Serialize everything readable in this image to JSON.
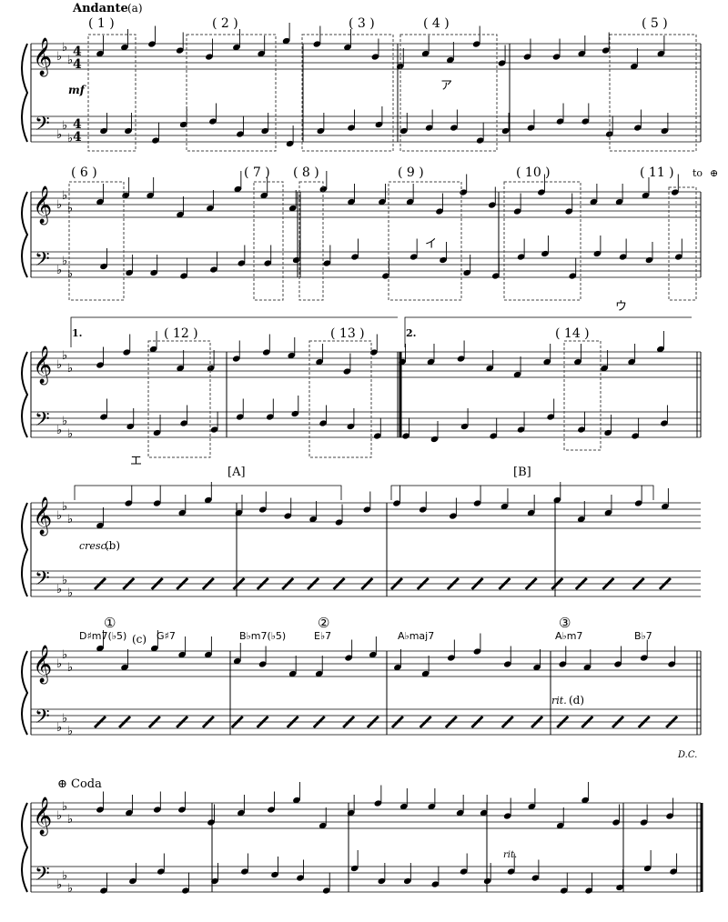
{
  "tempo": "Andante",
  "markers": {
    "a": "(a)",
    "b": "(b)",
    "c": "(c)",
    "d": "(d)"
  },
  "time_signature": {
    "top": "4",
    "bottom": "4"
  },
  "dynamics": {
    "mf": "mf",
    "cresc": "cresc.",
    "rit": "rit.",
    "dc": "D.C."
  },
  "box_labels": [
    "( 1 )",
    "( 2 )",
    "( 3 )",
    "( 4 )",
    "( 5 )",
    "( 6 )",
    "( 7 )",
    "( 8 )",
    "( 9 )",
    "( 10 )",
    "( 11 )",
    "( 12 )",
    "( 13 )",
    "( 14 )"
  ],
  "kana": [
    "ア",
    "イ",
    "ウ",
    "エ"
  ],
  "endings": {
    "first": "1.",
    "second": "2."
  },
  "to_coda": "to",
  "coda_title": "Coda",
  "sections": {
    "A": "[A]",
    "B": "[B]"
  },
  "circled": [
    "①",
    "②",
    "③"
  ],
  "chords": [
    "D♯m7(♭5)",
    "G♯7",
    "B♭m7(♭5)",
    "E♭7",
    "A♭maj7",
    "A♭m7",
    "B♭7"
  ]
}
